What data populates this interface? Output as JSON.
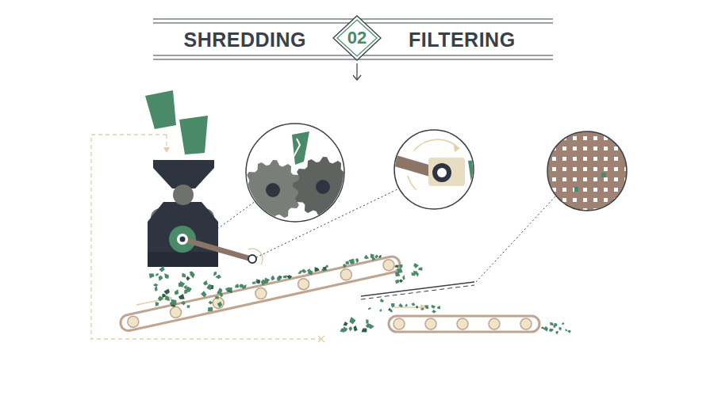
{
  "diagram": {
    "nodes": [
      {
        "text": [
          "02"
        ]
      }
    ],
    "labels": [
      "SHREDDING",
      "FILTERING"
    ]
  }
}
